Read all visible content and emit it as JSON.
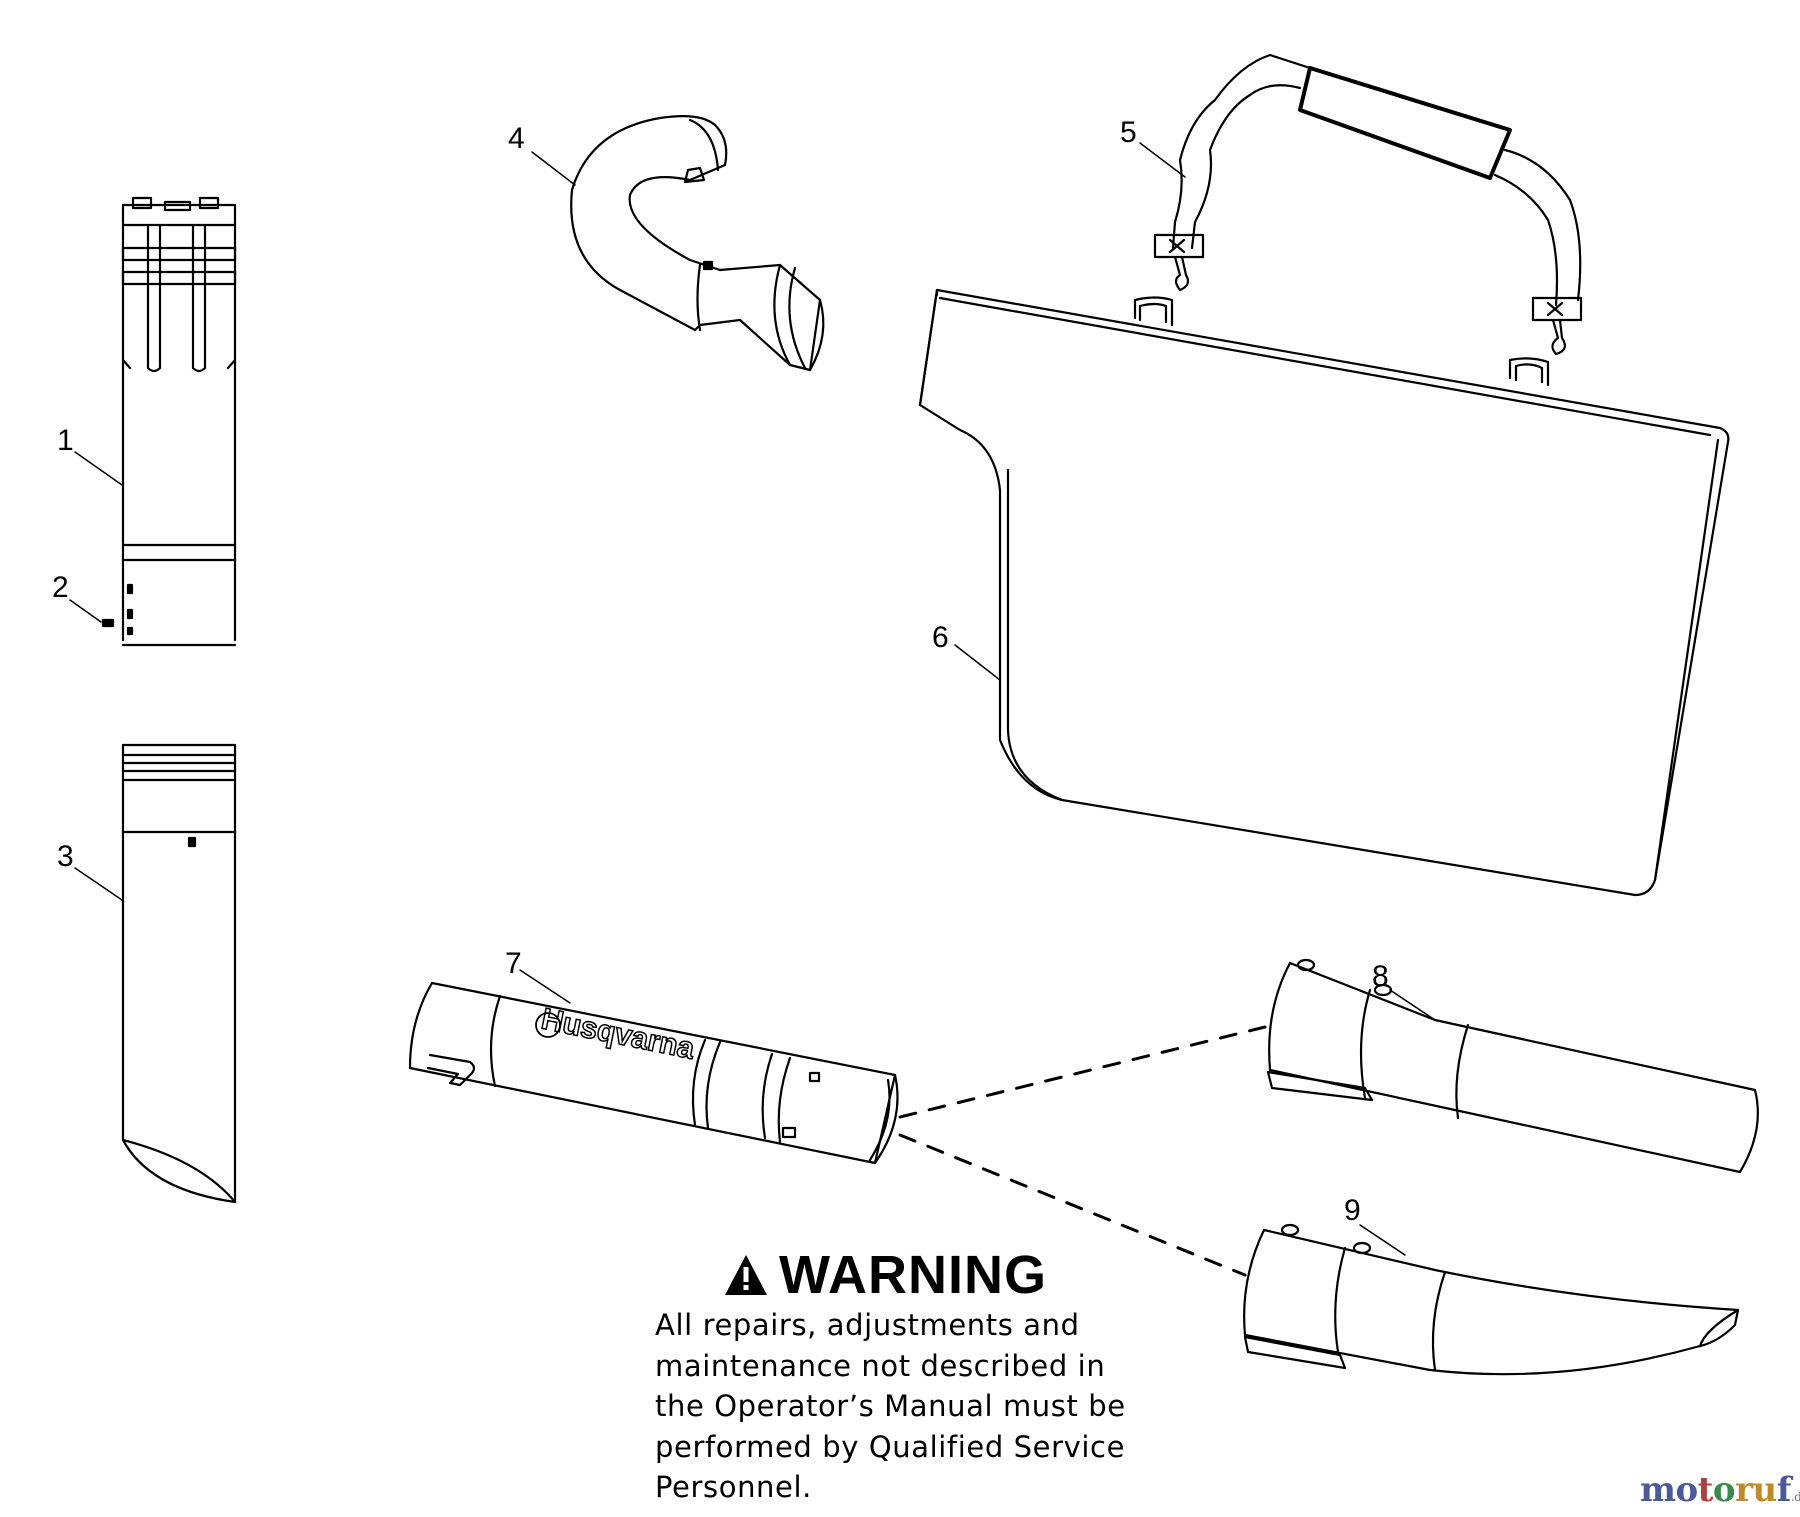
{
  "diagram": {
    "part_labels": [
      "1",
      "2",
      "3",
      "4",
      "5",
      "6",
      "7",
      "8",
      "9"
    ],
    "brand_on_tube": "Husqvarna",
    "warning": {
      "title": "WARNING",
      "lines": [
        "All repairs, adjustments and",
        "maintenance not described in",
        "the Operator’s Manual must be",
        "performed by Qualified Service",
        "Personnel."
      ]
    },
    "watermark": {
      "parts": [
        "mo",
        "t",
        "o",
        "ru",
        "f"
      ],
      "tld": ".de"
    }
  },
  "colors": {
    "line": "#000000",
    "background": "#ffffff"
  }
}
